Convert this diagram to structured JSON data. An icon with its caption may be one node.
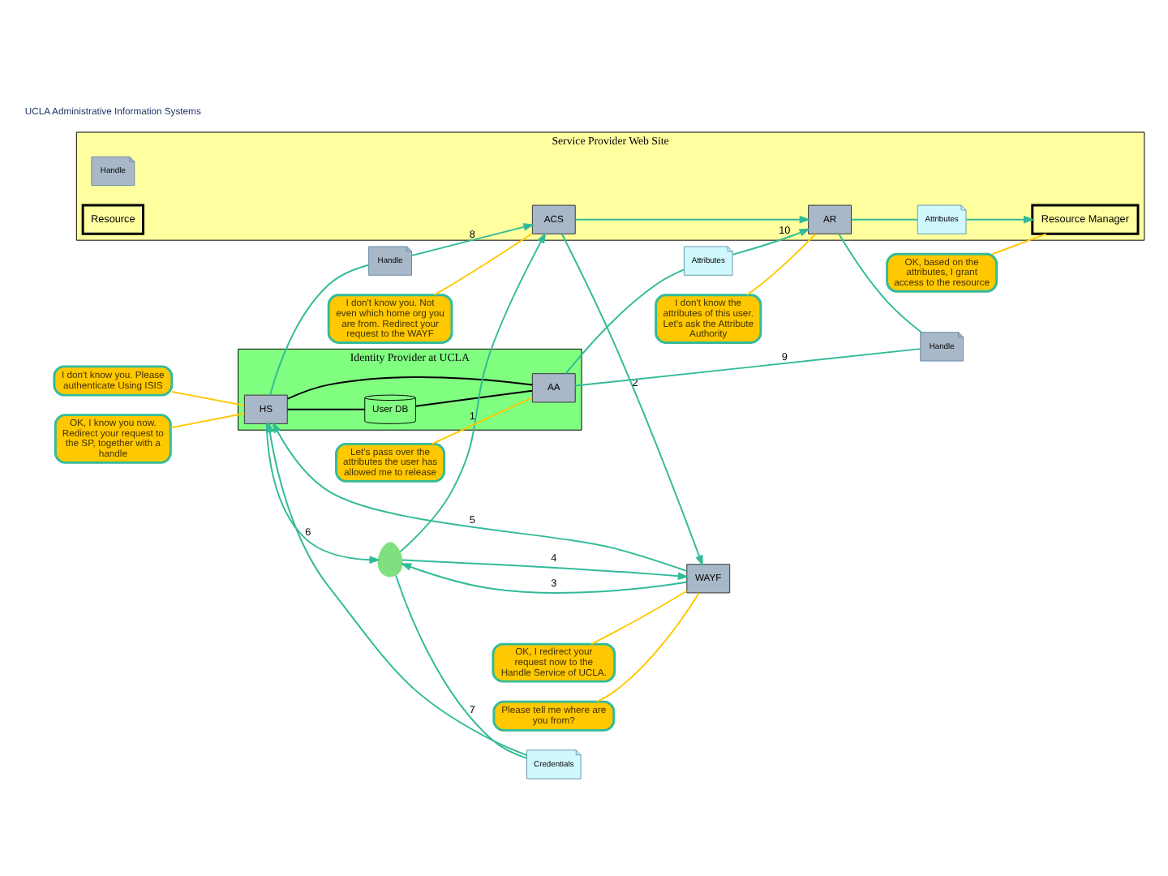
{
  "diagram": {
    "nodes": [
      {
        "text": [
          "Identity Provider at UCLA"
        ]
      },
      {
        "text": [
          "HS"
        ],
        "in": 0
      },
      {
        "text": [
          "User DB"
        ],
        "in": 0
      },
      {
        "text": [
          "AA"
        ],
        "in": 0
      },
      {
        "text": [
          "Service Provider Web Site"
        ]
      },
      {
        "text": [
          "ACS"
        ],
        "in": 4
      },
      {
        "text": [
          "Handle"
        ],
        "in": 4
      },
      {
        "text": [
          "AR"
        ],
        "in": 4
      },
      {
        "text": [
          "Attributes"
        ],
        "in": 4
      },
      {
        "text": [
          "Resource Manager"
        ],
        "in": 4
      },
      {
        "text": [
          "Resource"
        ],
        "in": 4
      },
      {
        "text": [
          "WAYF"
        ]
      },
      {
        "text": [],
        "shape": "person"
      },
      {
        "text": [
          "Credentials"
        ]
      },
      {
        "text": [
          "Handle"
        ]
      },
      {
        "text": [
          "Handle"
        ]
      },
      {
        "text": [
          "Attributes"
        ]
      },
      {
        "text": [
          "OK, I redirect your request now to the Handle Service of UCLA."
        ]
      },
      {
        "text": [
          "Please tell me where are you from?"
        ]
      },
      {
        "text": [
          "I don't know you. Not even which home org you are from. Redirect your request to the WAYF"
        ]
      },
      {
        "text": [
          "I don't know you. Please authenticate Using ISIS"
        ]
      },
      {
        "text": [
          "OK, I know you now. Redirect your request to the SP, together with a handle"
        ]
      },
      {
        "text": [
          "Let's pass over the attributes the user has allowed me to release"
        ]
      },
      {
        "text": [
          "I don't know the attributes of this user. Let's ask the Attribute Authority"
        ]
      },
      {
        "text": [
          "OK, based on the attributes, I grant access to the resource"
        ]
      }
    ],
    "edges": [
      {
        "from": 12,
        "to": 5,
        "arrow": "to",
        "label": "1"
      },
      {
        "from": 5,
        "to": 11,
        "arrow": "to",
        "label": "2"
      },
      {
        "from": 11,
        "to": 12,
        "arrow": "to",
        "label": "3"
      },
      {
        "from": 12,
        "to": 11,
        "arrow": "to",
        "label": "4"
      },
      {
        "from": 11,
        "to": 1,
        "arrow": "to",
        "label": "5"
      },
      {
        "from": 1,
        "to": 12,
        "arrow": "to",
        "label": "6"
      },
      {
        "from": 12,
        "to": 13,
        "arrow": "none",
        "label": "7"
      },
      {
        "from": 13,
        "to": 1,
        "arrow": "to"
      },
      {
        "from": 1,
        "to": 14,
        "arrow": "none"
      },
      {
        "from": 14,
        "to": 5,
        "arrow": "to",
        "label": "8"
      },
      {
        "from": 5,
        "to": 7,
        "arrow": "to"
      },
      {
        "from": 7,
        "to": 15,
        "arrow": "none"
      },
      {
        "from": 15,
        "to": 3,
        "arrow": "none",
        "label": "9"
      },
      {
        "from": 3,
        "to": 16,
        "arrow": "none"
      },
      {
        "from": 16,
        "to": 7,
        "arrow": "to",
        "label": "10"
      },
      {
        "from": 7,
        "to": 8,
        "arrow": "none"
      },
      {
        "from": 8,
        "to": 9,
        "arrow": "to"
      },
      {
        "from": 1,
        "to": 2,
        "arrow": "none",
        "color": "#000000"
      },
      {
        "from": 2,
        "to": 3,
        "arrow": "none",
        "color": "#000000"
      },
      {
        "from": 1,
        "to": 3,
        "arrow": "none",
        "color": "#000000"
      },
      {
        "from": 17,
        "to": 11,
        "arrow": "none",
        "color": "#ffc800"
      },
      {
        "from": 18,
        "to": 11,
        "arrow": "none",
        "color": "#ffc800"
      },
      {
        "from": 19,
        "to": 5,
        "arrow": "none",
        "color": "#ffc800"
      },
      {
        "from": 20,
        "to": 1,
        "arrow": "none",
        "color": "#ffc800"
      },
      {
        "from": 21,
        "to": 1,
        "arrow": "none",
        "color": "#ffc800"
      },
      {
        "from": 22,
        "to": 3,
        "arrow": "none",
        "color": "#ffc800"
      },
      {
        "from": 23,
        "to": 7,
        "arrow": "none",
        "color": "#ffc800"
      },
      {
        "from": 24,
        "to": 9,
        "arrow": "none",
        "color": "#ffc800"
      }
    ],
    "labels": [
      "UCLA Administrative Information Systems"
    ]
  }
}
